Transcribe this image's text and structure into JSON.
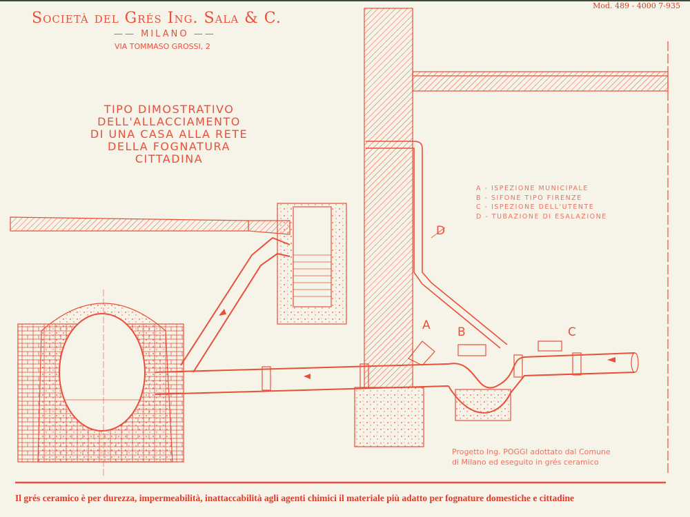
{
  "header": {
    "company": "Società del Grés Ing. Sala & C.",
    "city": "—— MILANO ——",
    "address": "VIA TOMMASO GROSSI, 2",
    "model_code": "Mod. 489 - 4000 7-935"
  },
  "title": [
    "TIPO DIMOSTRATIVO",
    "DELL'ALLACCIAMENTO",
    "DI UNA CASA ALLA RETE",
    "DELLA FOGNATURA",
    "CITTADINA"
  ],
  "legend": [
    {
      "key": "A",
      "text": "A - ISPEZIONE MUNICIPALE"
    },
    {
      "key": "B",
      "text": "B - SIFONE TIPO FIRENZE"
    },
    {
      "key": "C",
      "text": "C - ISPEZIONE DELL'UTENTE"
    },
    {
      "key": "D",
      "text": "D - TUBAZIONE DI ESALAZIONE"
    }
  ],
  "markers": {
    "A": "A",
    "B": "B",
    "C": "C",
    "D": "D"
  },
  "credit": [
    "Progetto Ing. POGGI adottato dal Comune",
    "di Milano ed eseguito in grés ceramico"
  ],
  "footer": "Il grés ceramico è per durezza, impermeabilità, inattaccabilità agli agenti chimici il materiale più adatto per fognature domestiche e cittadine",
  "colors": {
    "ink": "#e8503a",
    "paper": "#f6f3e8"
  }
}
